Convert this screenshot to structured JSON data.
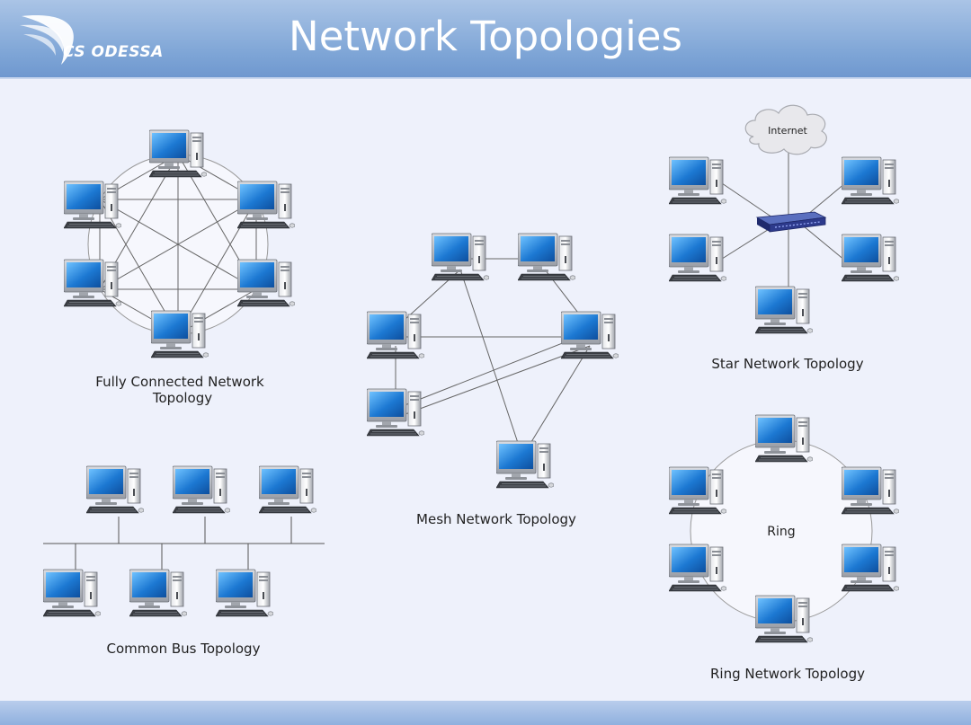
{
  "header": {
    "title": "Network Topologies",
    "logo_text": "CS ODESSA"
  },
  "labels": {
    "fully_connected": "Fully Connected Network",
    "fully_connected_2": "Topology",
    "mesh": "Mesh Network Topology",
    "star": "Star Network Topology",
    "bus": "Common Bus Topology",
    "ring_center": "Ring",
    "ring": "Ring Network Topology",
    "internet": "Internet"
  },
  "colors": {
    "header_top": "#aac4e6",
    "header_bottom": "#6f98cf",
    "background": "#eef1fb",
    "screen_blue": "#1c78d2",
    "monitor_gray": "#b9bcc2",
    "connector_line": "#555555",
    "label_text": "#222222",
    "switch_blue": "#2d3a8c"
  },
  "icons": {
    "computer": "desktop-computer-icon",
    "cloud": "internet-cloud-icon",
    "switch": "network-switch-icon",
    "logo": "cs-odessa-swoosh-logo"
  }
}
